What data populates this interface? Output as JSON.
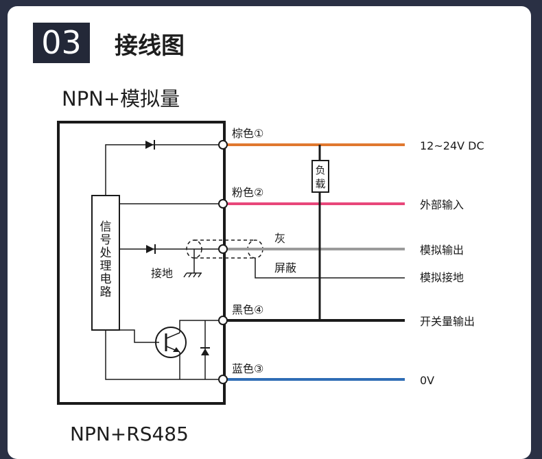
{
  "section": {
    "number": "03",
    "title": "接线图"
  },
  "diagram": {
    "title_top": "NPN+模拟量",
    "title_bottom": "NPN+RS485",
    "block_label": "信号处理电路",
    "ground_label": "接地",
    "load_label": "负载",
    "wires": [
      {
        "name": "棕色①",
        "color": "#e0782f",
        "function": "12~24V  DC"
      },
      {
        "name": "粉色②",
        "color": "#e8477a",
        "function": "外部输入"
      },
      {
        "name": "灰",
        "color": "#9b9b9b",
        "function": "模拟输出"
      },
      {
        "name": "屏蔽",
        "color": "#1a1a1a",
        "function": "模拟接地"
      },
      {
        "name": "黑色④",
        "color": "#1a1a1a",
        "function": "开关量输出"
      },
      {
        "name": "蓝色③",
        "color": "#2f6db5",
        "function": "0V"
      }
    ]
  }
}
